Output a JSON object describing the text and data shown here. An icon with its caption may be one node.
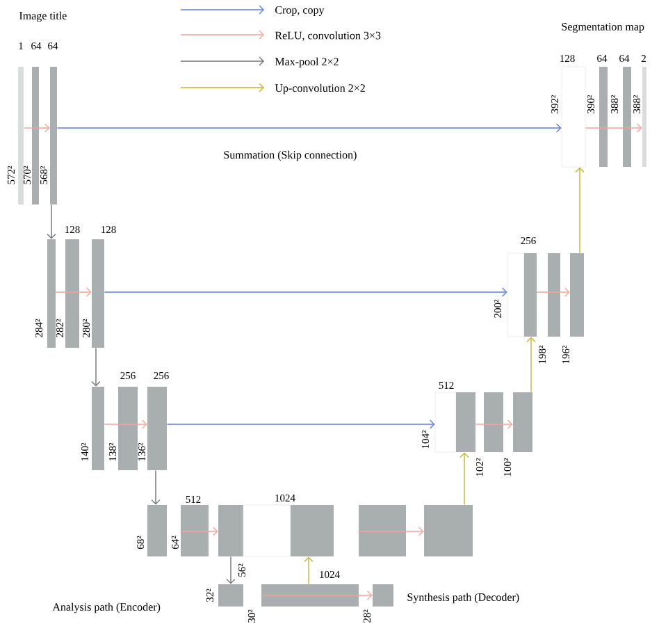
{
  "diagram": {
    "nodes": [
      {
        "text": [],
        "shape": "bar",
        "beside": [
          "1",
          "572²"
        ]
      },
      {
        "text": [],
        "shape": "bar",
        "beside": [
          "64",
          "570²"
        ]
      },
      {
        "text": [],
        "shape": "bar",
        "beside": [
          "64",
          "568²"
        ]
      },
      {
        "text": [],
        "shape": "box",
        "beside": [
          "128",
          "392²"
        ]
      },
      {
        "text": [],
        "shape": "bar",
        "beside": [
          "64",
          "390²"
        ]
      },
      {
        "text": [],
        "shape": "bar",
        "beside": [
          "64",
          "388²"
        ]
      },
      {
        "text": [],
        "shape": "bar",
        "beside": [
          "2",
          "388²"
        ]
      },
      {
        "text": [],
        "shape": "bar",
        "beside": [
          "284²"
        ]
      },
      {
        "text": [],
        "shape": "bar",
        "beside": [
          "128",
          "282²"
        ]
      },
      {
        "text": [],
        "shape": "bar",
        "beside": [
          "128",
          "280²"
        ]
      },
      {
        "text": [],
        "shape": "box",
        "beside": [
          "200²"
        ]
      },
      {
        "text": [],
        "shape": "bar",
        "beside": [
          "256"
        ]
      },
      {
        "text": [],
        "shape": "bar",
        "beside": [
          "198²"
        ]
      },
      {
        "text": [],
        "shape": "bar",
        "beside": [
          "196²"
        ]
      },
      {
        "text": [],
        "shape": "bar",
        "beside": [
          "140²"
        ]
      },
      {
        "text": [],
        "shape": "bar",
        "beside": [
          "256",
          "138²"
        ]
      },
      {
        "text": [],
        "shape": "bar",
        "beside": [
          "256",
          "136²"
        ]
      },
      {
        "text": [],
        "shape": "box",
        "beside": [
          "104²"
        ]
      },
      {
        "text": [],
        "shape": "bar",
        "beside": [
          "512"
        ]
      },
      {
        "text": [],
        "shape": "bar",
        "beside": [
          "102²"
        ]
      },
      {
        "text": [],
        "shape": "bar",
        "beside": [
          "100²"
        ]
      },
      {
        "text": [],
        "shape": "bar",
        "beside": [
          "68²"
        ]
      },
      {
        "text": [],
        "shape": "bar",
        "beside": [
          "512",
          "64²"
        ]
      },
      {
        "text": [],
        "shape": "bar",
        "beside": [
          "56²"
        ]
      },
      {
        "text": [],
        "shape": "box"
      },
      {
        "text": [],
        "shape": "bar",
        "beside": [
          "1024"
        ]
      },
      {
        "text": [],
        "shape": "bar"
      },
      {
        "text": [],
        "shape": "bar"
      },
      {
        "text": [],
        "shape": "bar",
        "beside": [
          "32²"
        ]
      },
      {
        "text": [],
        "shape": "bar",
        "beside": [
          "1024",
          "30²"
        ]
      },
      {
        "text": [],
        "shape": "bar",
        "beside": [
          "28²"
        ]
      }
    ],
    "edges": [
      {
        "from": 0,
        "to": 2,
        "arrow": "to",
        "color": "#f4a593"
      },
      {
        "from": 3,
        "to": 6,
        "arrow": "to",
        "color": "#f4a593"
      },
      {
        "from": 2,
        "to": 3,
        "arrow": "to",
        "color": "#5a7fe0"
      },
      {
        "from": 2,
        "to": 7,
        "arrow": "to",
        "color": "#6e7377"
      },
      {
        "from": 7,
        "to": 9,
        "arrow": "to",
        "color": "#f4a593"
      },
      {
        "from": 9,
        "to": 10,
        "arrow": "to",
        "color": "#5a7fe0"
      },
      {
        "from": 11,
        "to": 13,
        "arrow": "to",
        "color": "#f4a593"
      },
      {
        "from": 13,
        "to": 3,
        "arrow": "to",
        "color": "#c9b22a"
      },
      {
        "from": 9,
        "to": 14,
        "arrow": "to",
        "color": "#6e7377"
      },
      {
        "from": 14,
        "to": 16,
        "arrow": "to",
        "color": "#f4a593"
      },
      {
        "from": 16,
        "to": 17,
        "arrow": "to",
        "color": "#5a7fe0"
      },
      {
        "from": 18,
        "to": 20,
        "arrow": "to",
        "color": "#f4a593"
      },
      {
        "from": 20,
        "to": 11,
        "arrow": "to",
        "color": "#c9b22a"
      },
      {
        "from": 16,
        "to": 21,
        "arrow": "to",
        "color": "#6e7377"
      },
      {
        "from": 22,
        "to": 23,
        "arrow": "to",
        "color": "#f4a593"
      },
      {
        "from": 26,
        "to": 27,
        "arrow": "to",
        "color": "#f4a593"
      },
      {
        "from": 27,
        "to": 18,
        "arrow": "to",
        "color": "#c9b22a"
      },
      {
        "from": 23,
        "to": 28,
        "arrow": "to",
        "color": "#6e7377"
      },
      {
        "from": 29,
        "to": 30,
        "arrow": "to",
        "color": "#f4a593"
      },
      {
        "from": 29,
        "to": 25,
        "arrow": "to",
        "color": "#c9b22a"
      }
    ],
    "labels": [
      "Image title",
      "Segmentation map",
      "Summation (Skip connection)",
      "Analysis path (Encoder)",
      "Synthesis path (Decoder)"
    ],
    "legend": [
      {
        "text": "Crop, copy"
      },
      {
        "text": "ReLU, convolution 3×3"
      },
      {
        "text": "Max-pool 2×2"
      },
      {
        "text": "Up-convolution 2×2"
      }
    ]
  }
}
